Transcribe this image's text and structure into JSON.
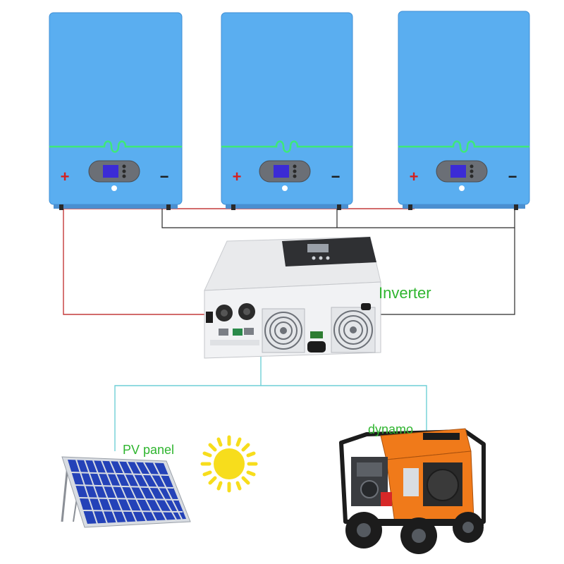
{
  "labels": {
    "inverter": "Inverter",
    "pv_panel": "PV panel",
    "dynamo": "dynamo"
  },
  "terminals": {
    "positive": "+",
    "negative": "−"
  },
  "colors": {
    "battery_body": "#5aaef0",
    "battery_edge": "#3f8fd6",
    "accent_green": "#3ee87a",
    "positive_wire": "#c43a3a",
    "negative_wire": "#2a2a2a",
    "ac_wire": "#6fcfd6",
    "label_green": "#2fb52f",
    "inverter_body": "#f1f2f4",
    "sun": "#f7dd1c",
    "solar_cell": "#2442b8",
    "generator_orange": "#f07a1a"
  },
  "components": [
    {
      "name": "battery-1",
      "icon": "battery-icon"
    },
    {
      "name": "battery-2",
      "icon": "battery-icon"
    },
    {
      "name": "battery-3",
      "icon": "battery-icon"
    },
    {
      "name": "inverter",
      "icon": "inverter-icon"
    },
    {
      "name": "pv-panel",
      "icon": "solar-panel-icon"
    },
    {
      "name": "sun",
      "icon": "sun-icon"
    },
    {
      "name": "dynamo",
      "icon": "generator-icon"
    }
  ]
}
